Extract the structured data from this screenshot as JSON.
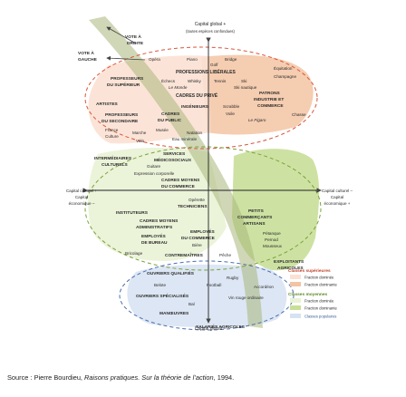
{
  "axes": {
    "top_label_1": "Capital global +",
    "top_label_2": "(toutes espèces confondues)",
    "bottom_label": "Capital global –",
    "left_label_1": "Capital culturel +",
    "left_label_2": "Capital",
    "left_label_3": "économique –",
    "right_label_1": "Capital culturel –",
    "right_label_2": "Capital",
    "right_label_3": "économique +"
  },
  "vote": {
    "right_1": "VOTE À",
    "right_2": "DROITE",
    "left_1": "VOTE À",
    "left_2": "GAUCHE"
  },
  "terms": [
    {
      "id": "opera",
      "text": "Opéra"
    },
    {
      "id": "piano",
      "text": "Piano"
    },
    {
      "id": "bridge",
      "text": "Bridge"
    },
    {
      "id": "golf",
      "text": "Golf"
    },
    {
      "id": "prof-liberales",
      "text": "PROFESSIONS LIBÉRALES"
    },
    {
      "id": "equitation",
      "text": "Équitation"
    },
    {
      "id": "champagne",
      "text": "Champagne"
    },
    {
      "id": "professeurs-sup-1",
      "text": "PROFESSEURS"
    },
    {
      "id": "professeurs-sup-2",
      "text": "DU SUPÉRIEUR"
    },
    {
      "id": "echecs",
      "text": "Échecs"
    },
    {
      "id": "whisky",
      "text": "Whisky"
    },
    {
      "id": "tennis",
      "text": "Tennis"
    },
    {
      "id": "ski",
      "text": "Ski"
    },
    {
      "id": "le-monde",
      "text": "Le Monde"
    },
    {
      "id": "ski-nautique",
      "text": "Ski nautique"
    },
    {
      "id": "cadres-prive",
      "text": "CADRES DU PRIVÉ"
    },
    {
      "id": "patrons-1",
      "text": "PATRONS"
    },
    {
      "id": "patrons-2",
      "text": "INDUSTRIE ET"
    },
    {
      "id": "patrons-3",
      "text": "COMMERCE"
    },
    {
      "id": "artistes",
      "text": "ARTISTES"
    },
    {
      "id": "ingenieurs",
      "text": "INGÉNIEURS"
    },
    {
      "id": "scrabble",
      "text": "Scrabble"
    },
    {
      "id": "voile",
      "text": "Voile"
    },
    {
      "id": "chasse",
      "text": "Chasse"
    },
    {
      "id": "professeurs-sec-1",
      "text": "PROFESSEURS"
    },
    {
      "id": "professeurs-sec-2",
      "text": "DU SECONDAIRE"
    },
    {
      "id": "cadres-public-1",
      "text": "CADRES"
    },
    {
      "id": "cadres-public-2",
      "text": "DU PUBLIC"
    },
    {
      "id": "le-figaro",
      "text": "Le Figaro"
    },
    {
      "id": "france-culture-1",
      "text": "France"
    },
    {
      "id": "france-culture-2",
      "text": "Culture"
    },
    {
      "id": "marche",
      "text": "Marche"
    },
    {
      "id": "musee",
      "text": "Musée"
    },
    {
      "id": "natation",
      "text": "Natation"
    },
    {
      "id": "velo",
      "text": "Vélo"
    },
    {
      "id": "eau-minerale",
      "text": "Eau minérale"
    },
    {
      "id": "services-1",
      "text": "SERVICES"
    },
    {
      "id": "services-2",
      "text": "MÉDICOSOCIAUX"
    },
    {
      "id": "intermediaires-1",
      "text": "INTERMÉDIAIRES"
    },
    {
      "id": "intermediaires-2",
      "text": "CULTURELS"
    },
    {
      "id": "guitare",
      "text": "Guitare"
    },
    {
      "id": "expression-corporelle",
      "text": "Expression corporelle"
    },
    {
      "id": "cadres-moyens-com-1",
      "text": "CADRES MOYENS"
    },
    {
      "id": "cadres-moyens-com-2",
      "text": "DU COMMERCE"
    },
    {
      "id": "operette",
      "text": "Opérette"
    },
    {
      "id": "techniciens",
      "text": "TECHNICIENS"
    },
    {
      "id": "instituteurs",
      "text": "INSTITUTEURS"
    },
    {
      "id": "petits-commercants-1",
      "text": "PETITS"
    },
    {
      "id": "petits-commercants-2",
      "text": "COMMERÇANTS"
    },
    {
      "id": "artisans",
      "text": "ARTISANS"
    },
    {
      "id": "cadres-moyens-adm-1",
      "text": "CADRES MOYENS"
    },
    {
      "id": "cadres-moyens-adm-2",
      "text": "ADMINISTRATIFS"
    },
    {
      "id": "employes-com-1",
      "text": "EMPLOYÉS"
    },
    {
      "id": "employes-com-2",
      "text": "DU COMMERCE"
    },
    {
      "id": "employes-bur-1",
      "text": "EMPLOYÉS"
    },
    {
      "id": "employes-bur-2",
      "text": "DE BUREAU"
    },
    {
      "id": "petanque-1",
      "text": "Pétanque"
    },
    {
      "id": "petanque-2",
      "text": "Pernod"
    },
    {
      "id": "petanque-3",
      "text": "Mousseux"
    },
    {
      "id": "biere",
      "text": "Bière"
    },
    {
      "id": "bricolage",
      "text": "Bricolage"
    },
    {
      "id": "contremaitres",
      "text": "CONTREMAÎTRES"
    },
    {
      "id": "peche",
      "text": "Pêche"
    },
    {
      "id": "exploitants-1",
      "text": "EXPLOITANTS"
    },
    {
      "id": "exploitants-2",
      "text": "AGRICOLES"
    },
    {
      "id": "ouvriers-qualifies",
      "text": "OUVRIERS QUALIFIÉS"
    },
    {
      "id": "rugby",
      "text": "Rugby"
    },
    {
      "id": "belote",
      "text": "Belote"
    },
    {
      "id": "football",
      "text": "Football"
    },
    {
      "id": "accordeon",
      "text": "Accordéon"
    },
    {
      "id": "ouvriers-specialises",
      "text": "OUVRIERS SPÉCIALISÉS"
    },
    {
      "id": "vin-rouge",
      "text": "Vin rouge ordinaire"
    },
    {
      "id": "bal",
      "text": "Bal"
    },
    {
      "id": "manoeuvres",
      "text": "MANŒUVRES"
    },
    {
      "id": "salaries-agricoles",
      "text": "SALARIÉS AGRICOLES"
    }
  ],
  "legend": {
    "superieures": "Classes supérieures",
    "superieures_dominee": "Fraction dominée",
    "superieures_dominante": "Fraction dominante",
    "moyennes": "Classes moyennes",
    "moyennes_dominee": "Fraction dominée",
    "moyennes_dominante": "Fraction dominante",
    "populaires": "Classes populaires"
  },
  "colors": {
    "upper_dominated": "#fbe1d3",
    "upper_dominant": "#f3c4a3",
    "middle_dominated": "#e9f2d5",
    "middle_dominant": "#c8df98",
    "popular": "#d6e2f2",
    "vote_band": "#a9b67c",
    "upper_outline": "#d9553a",
    "middle_outline": "#7aa23a",
    "popular_outline": "#4a6fb0"
  },
  "caption": {
    "prefix": "Source : Pierre Bourdieu,",
    "title": "Raisons pratiques. Sur la théorie de l’action",
    "suffix": ", 1994."
  }
}
